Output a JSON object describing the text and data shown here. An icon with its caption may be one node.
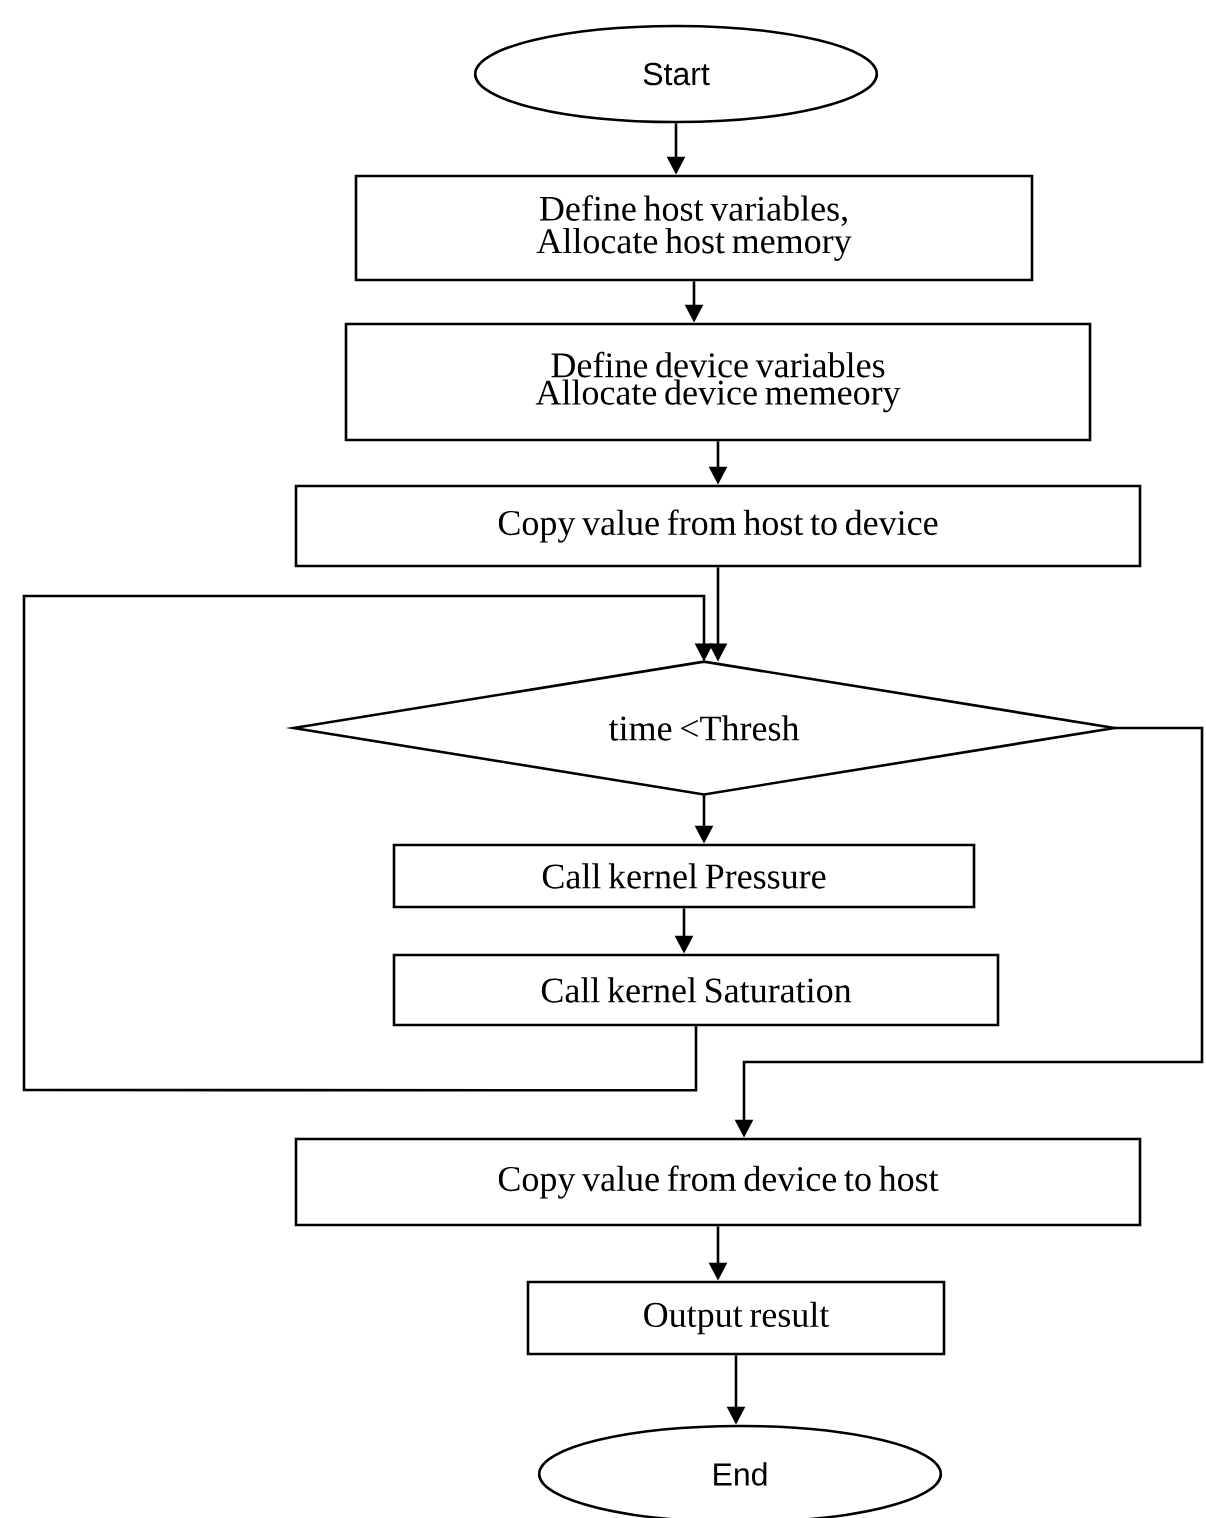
{
  "diagram": {
    "nodes": [
      {
        "text": [
          "Start"
        ]
      },
      {
        "text": [
          "Define host variables, Allocate host memory"
        ]
      },
      {
        "text": [
          "Define device variables Allocate device memeory"
        ]
      },
      {
        "text": [
          "Copy value from host to device"
        ]
      },
      {
        "text": [
          "time <Thresh"
        ]
      },
      {
        "text": [
          "Call kernel Pressure"
        ]
      },
      {
        "text": [
          "Call kernel Saturation"
        ]
      },
      {
        "text": [
          "Copy value from device to host"
        ]
      },
      {
        "text": [
          "Output result"
        ]
      },
      {
        "text": [
          "End"
        ]
      }
    ],
    "edges": [
      {
        "from": 0,
        "to": 1,
        "arrow": "to"
      },
      {
        "from": 1,
        "to": 2,
        "arrow": "to"
      },
      {
        "from": 2,
        "to": 3,
        "arrow": "to"
      },
      {
        "from": 3,
        "to": 4,
        "arrow": "to"
      },
      {
        "from": 4,
        "to": 5,
        "arrow": "to"
      },
      {
        "from": 5,
        "to": 6,
        "arrow": "to"
      },
      {
        "from": 6,
        "to": 4,
        "arrow": "to"
      },
      {
        "from": 4,
        "to": 7,
        "arrow": "to"
      },
      {
        "from": 7,
        "to": 8,
        "arrow": "to"
      },
      {
        "from": 8,
        "to": 9,
        "arrow": "to"
      }
    ]
  }
}
